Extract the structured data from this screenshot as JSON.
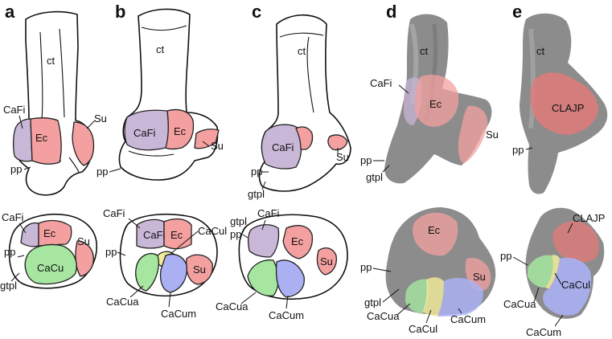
{
  "panels": [
    "a",
    "b",
    "c",
    "d",
    "e"
  ],
  "colors": {
    "CaFi": "#c9b7d8",
    "Ec": "#f4a0a0",
    "Su": "#f4a0a0",
    "CaCu": "#a6e6a0",
    "CaCua": "#a6e6a0",
    "CaCum": "#aab0f2",
    "CaCul": "#f3ec9a",
    "CLAJP": "#e07a7a",
    "photo_gray": "#8c8c8c"
  },
  "labels": {
    "ct": "ct",
    "CaFi": "CaFi",
    "Ec": "Ec",
    "Su": "Su",
    "pp": "pp",
    "gtpl": "gtpl",
    "CaCu": "CaCu",
    "CaCua": "CaCua",
    "CaCum": "CaCum",
    "CaCul": "CaCul",
    "CLAJP": "CLAJP"
  }
}
